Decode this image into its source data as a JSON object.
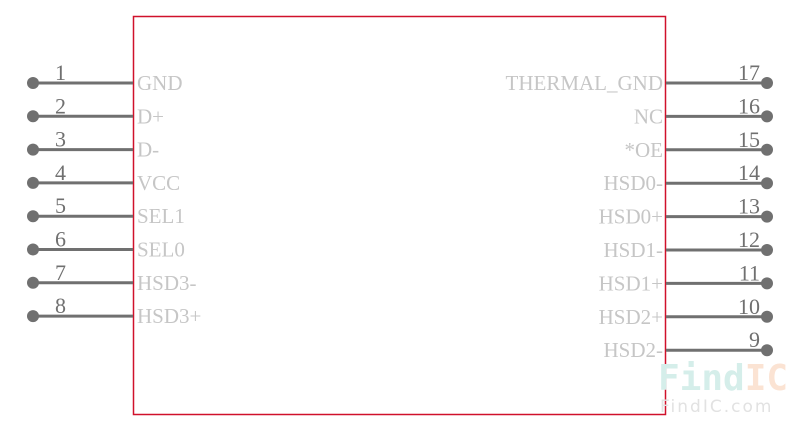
{
  "component": {
    "left_pins": [
      {
        "number": "1",
        "name": "GND"
      },
      {
        "number": "2",
        "name": "D+"
      },
      {
        "number": "3",
        "name": "D-"
      },
      {
        "number": "4",
        "name": "VCC"
      },
      {
        "number": "5",
        "name": "SEL1"
      },
      {
        "number": "6",
        "name": "SEL0"
      },
      {
        "number": "7",
        "name": "HSD3-"
      },
      {
        "number": "8",
        "name": "HSD3+"
      }
    ],
    "right_pins": [
      {
        "number": "17",
        "name": "THERMAL_GND"
      },
      {
        "number": "16",
        "name": "NC"
      },
      {
        "number": "15",
        "name": "*OE"
      },
      {
        "number": "14",
        "name": "HSD0-"
      },
      {
        "number": "13",
        "name": "HSD0+"
      },
      {
        "number": "12",
        "name": "HSD1-"
      },
      {
        "number": "11",
        "name": "HSD1+"
      },
      {
        "number": "10",
        "name": "HSD2+"
      },
      {
        "number": "9",
        "name": "HSD2-"
      }
    ]
  },
  "watermark": {
    "logo_find": "Find",
    "logo_ic": "IC",
    "url": "FindIC.com"
  },
  "colors": {
    "body": "#d0112b",
    "pin": "#707070",
    "label": "#c6c6c6",
    "logo_find": "#d5eeea",
    "logo_ic": "#fbe3d3"
  }
}
